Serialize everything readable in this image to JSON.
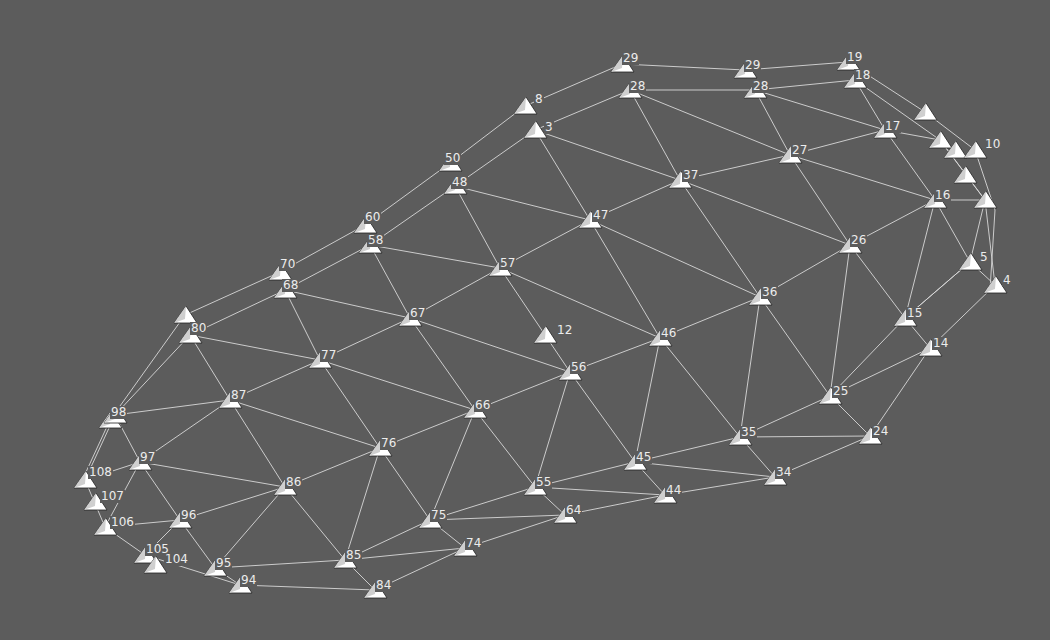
{
  "diagram": {
    "labels": [
      "29",
      "29",
      "19",
      "28",
      "28",
      "18",
      "8",
      "3",
      "50",
      "48",
      "17",
      "27",
      "37",
      "47",
      "16",
      "10",
      "26",
      "5",
      "4",
      "60",
      "58",
      "57",
      "36",
      "15",
      "12",
      "46",
      "70",
      "68",
      "67",
      "80",
      "77",
      "56",
      "14",
      "87",
      "66",
      "25",
      "98",
      "35",
      "24",
      "76",
      "97",
      "45",
      "34",
      "108",
      "86",
      "55",
      "44",
      "107",
      "96",
      "75",
      "64",
      "106",
      "105",
      "104",
      "95",
      "85",
      "74",
      "94",
      "84"
    ]
  }
}
